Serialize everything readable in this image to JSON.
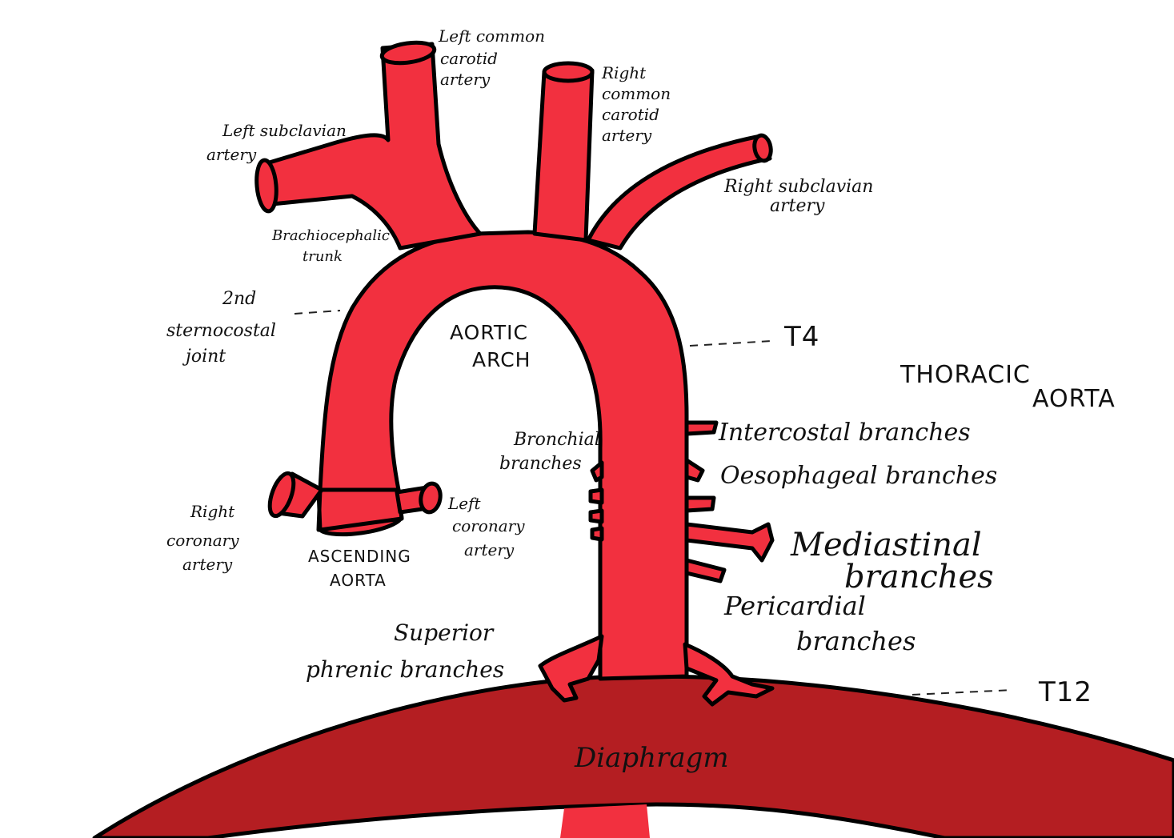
{
  "colors": {
    "artery": "#f2303f",
    "diaphragm": "#b41e22",
    "outline": "#000000",
    "background": "#ffffff"
  },
  "labels": {
    "left_common_carotid": [
      "Left common",
      "carotid",
      "artery"
    ],
    "right_common_carotid": [
      "Right",
      "common",
      "carotid",
      "artery"
    ],
    "left_subclavian": [
      "Left subclavian",
      "artery"
    ],
    "right_subclavian": [
      "Right subclavian",
      "artery"
    ],
    "brachiocephalic": [
      "Brachiocephalic",
      "trunk"
    ],
    "sternocostal": [
      "2nd",
      "sternocostal",
      "joint"
    ],
    "aortic_arch": [
      "AORTIC",
      "ARCH"
    ],
    "t4": "T4",
    "thoracic_aorta": [
      "THORACIC",
      "AORTA"
    ],
    "bronchial": [
      "Bronchial",
      "branches"
    ],
    "intercostal": "Intercostal branches",
    "oesophageal": "Oesophageal branches",
    "mediastinal": [
      "Mediastinal",
      "branches"
    ],
    "pericardial": [
      "Pericardial",
      "branches"
    ],
    "right_coronary": [
      "Right",
      "coronary",
      "artery"
    ],
    "left_coronary": [
      "Left",
      "coronary",
      "artery"
    ],
    "ascending_aorta": [
      "ASCENDING",
      "AORTA"
    ],
    "superior_phrenic": [
      "Superior",
      "phrenic branches"
    ],
    "t12": "T12",
    "diaphragm": "Diaphragm"
  }
}
